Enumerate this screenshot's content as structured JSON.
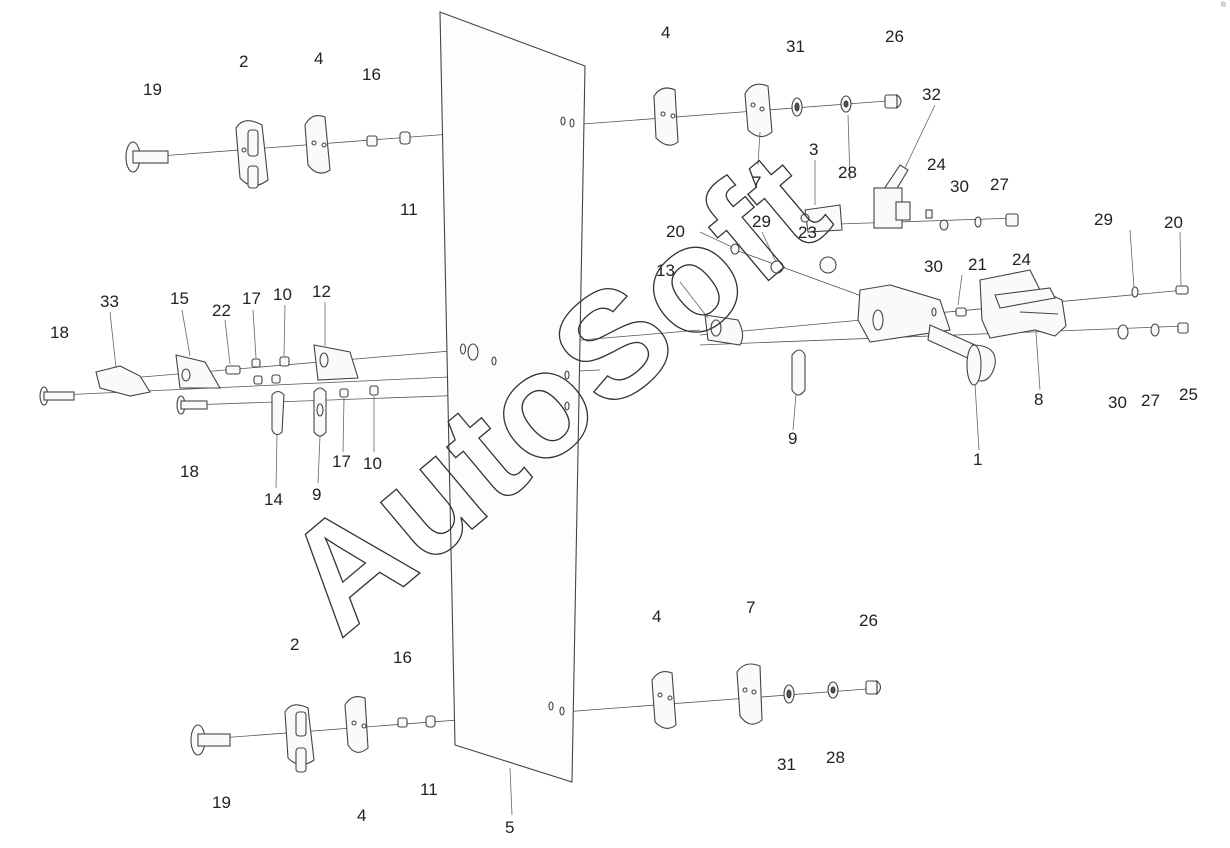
{
  "watermark": "AutoSoft",
  "corner_mark": "®",
  "labels": {
    "l19a": "19",
    "l2a": "2",
    "l4a": "4",
    "l16a": "16",
    "l11a": "11",
    "l4b": "4",
    "l7a": "7",
    "l31a": "31",
    "l26a": "26",
    "l28a": "28",
    "l32": "32",
    "l3": "3",
    "l24a": "24",
    "l30a": "30",
    "l27a": "27",
    "l24b": "24",
    "l29a": "29",
    "l23": "23",
    "l20a": "20",
    "l30b": "30",
    "l21": "21",
    "l29b": "29",
    "l20b": "20",
    "l13": "13",
    "l8": "8",
    "l30c": "30",
    "l27b": "27",
    "l25": "25",
    "l9a": "9",
    "l1": "1",
    "l33": "33",
    "l15": "15",
    "l22": "22",
    "l17a": "17",
    "l10a": "10",
    "l12": "12",
    "l18a": "18",
    "l18b": "18",
    "l14": "14",
    "l9b": "9",
    "l17b": "17",
    "l10b": "10",
    "l5": "5",
    "l2b": "2",
    "l16b": "16",
    "l19b": "19",
    "l4c": "4",
    "l11b": "11",
    "l4d": "4",
    "l7b": "7",
    "l26b": "26",
    "l31b": "31",
    "l28b": "28"
  }
}
